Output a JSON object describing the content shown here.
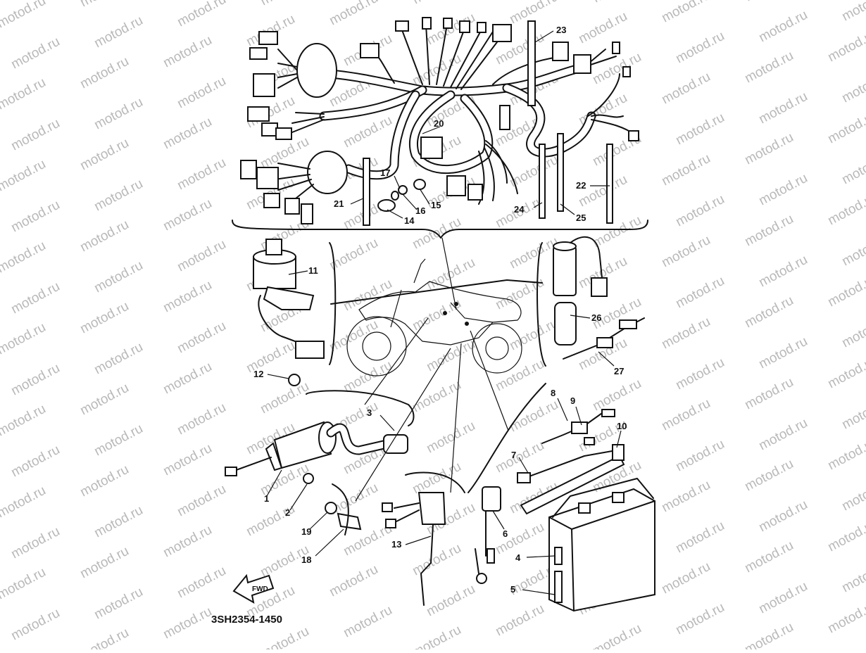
{
  "watermark": "motod.ru",
  "catalog_number": "3SH2354-1450",
  "front_arrow_label": "FWD",
  "callouts": [
    {
      "id": "c1",
      "text": "1"
    },
    {
      "id": "c2",
      "text": "2"
    },
    {
      "id": "c3",
      "text": "3"
    },
    {
      "id": "c4",
      "text": "4"
    },
    {
      "id": "c5",
      "text": "5"
    },
    {
      "id": "c6",
      "text": "6"
    },
    {
      "id": "c7",
      "text": "7"
    },
    {
      "id": "c8",
      "text": "8"
    },
    {
      "id": "c9",
      "text": "9"
    },
    {
      "id": "c10",
      "text": "10"
    },
    {
      "id": "c11",
      "text": "11"
    },
    {
      "id": "c12",
      "text": "12"
    },
    {
      "id": "c13",
      "text": "13"
    },
    {
      "id": "c14",
      "text": "14"
    },
    {
      "id": "c15",
      "text": "15"
    },
    {
      "id": "c16",
      "text": "16"
    },
    {
      "id": "c17",
      "text": "17"
    },
    {
      "id": "c18",
      "text": "18"
    },
    {
      "id": "c19",
      "text": "19"
    },
    {
      "id": "c20",
      "text": "20"
    },
    {
      "id": "c21",
      "text": "21"
    },
    {
      "id": "c22",
      "text": "22"
    },
    {
      "id": "c23",
      "text": "23"
    },
    {
      "id": "c24",
      "text": "24"
    },
    {
      "id": "c25",
      "text": "25"
    },
    {
      "id": "c26",
      "text": "26"
    },
    {
      "id": "c27",
      "text": "27"
    }
  ]
}
